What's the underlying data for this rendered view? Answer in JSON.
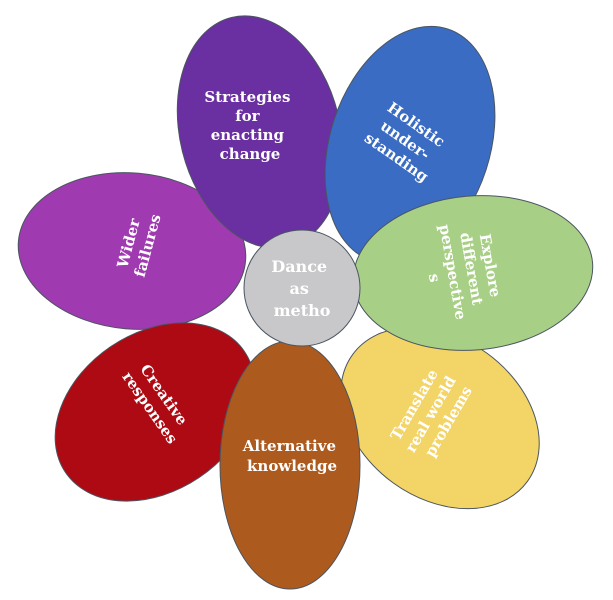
{
  "diagram": {
    "center": {
      "lines": [
        "Dance",
        "as",
        "metho"
      ],
      "fill": "#c8c8ca"
    },
    "petals": [
      {
        "id": "wider-failures",
        "lines": [
          "Wider",
          "failures"
        ],
        "fill": "#a03ab0"
      },
      {
        "id": "strategies",
        "lines": [
          "Strategies",
          "for",
          "enacting",
          "change"
        ],
        "fill": "#6a2fa0"
      },
      {
        "id": "holistic",
        "lines": [
          "Holistic",
          "under-",
          "standing"
        ],
        "fill": "#3a6cc4"
      },
      {
        "id": "explore",
        "lines": [
          "Explore",
          "different",
          "perspective",
          "s"
        ],
        "fill": "#a8cf86"
      },
      {
        "id": "translate",
        "lines": [
          "Translate",
          "real world",
          "problems"
        ],
        "fill": "#f3d466"
      },
      {
        "id": "alternative",
        "lines": [
          "Alternative",
          "knowledge"
        ],
        "fill": "#ad5a1f"
      },
      {
        "id": "creative",
        "lines": [
          "Creative",
          "responses"
        ],
        "fill": "#ad0a14"
      }
    ],
    "stroke": "#4a5560"
  }
}
